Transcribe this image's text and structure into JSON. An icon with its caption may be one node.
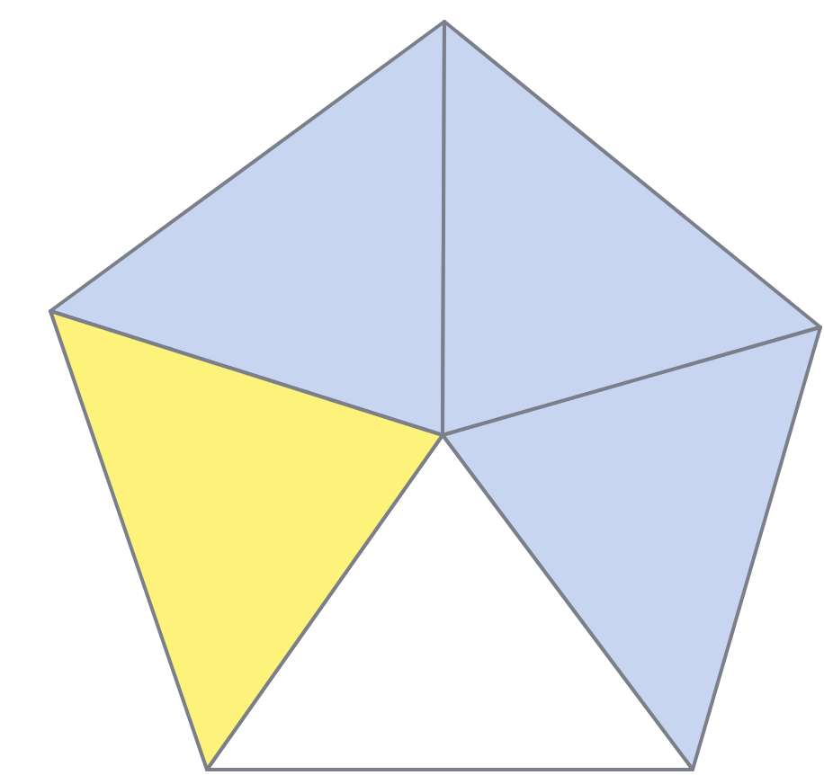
{
  "diagram": {
    "nodes": [
      {
        "text": [],
        "shape": "triangle"
      },
      {
        "text": [],
        "shape": "triangle"
      },
      {
        "text": [],
        "shape": "triangle"
      },
      {
        "text": [],
        "shape": "triangle"
      },
      {
        "text": [],
        "shape": "triangle"
      }
    ]
  }
}
